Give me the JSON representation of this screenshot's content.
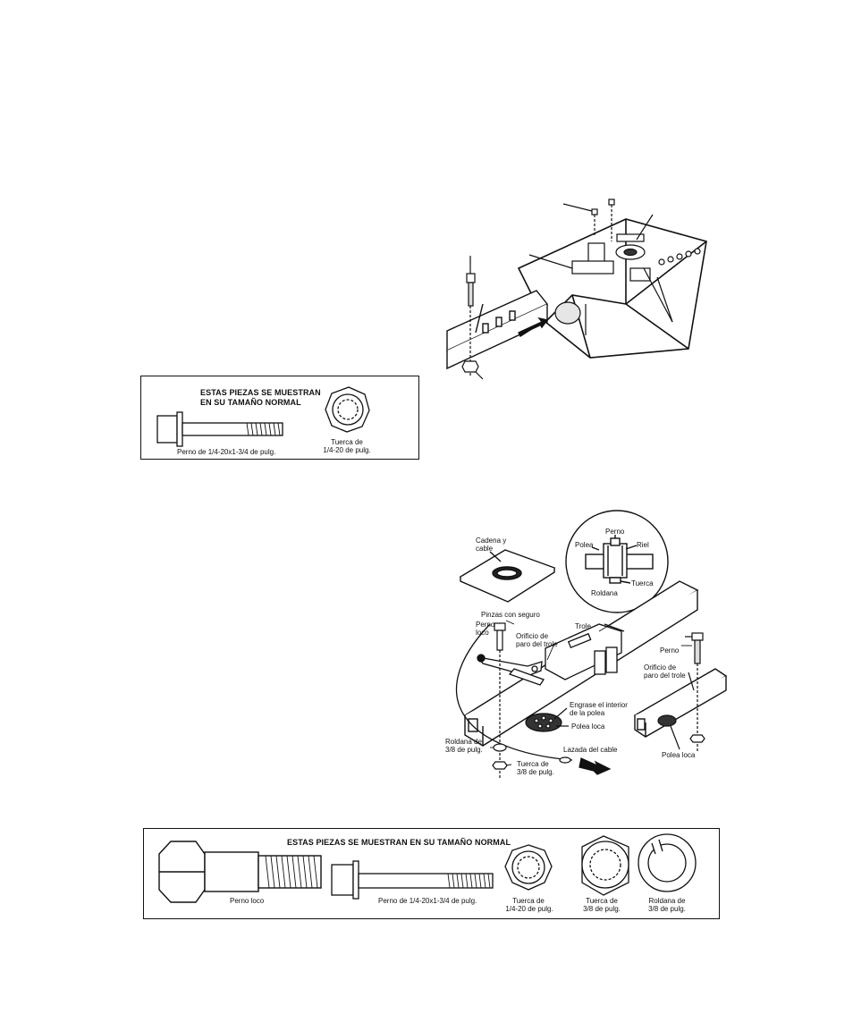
{
  "small_parts_box": {
    "header_line1": "ESTAS PIEZAS SE MUESTRAN",
    "header_line2": "EN SU TAMAÑO NORMAL",
    "bolt_label": "Perno de 1/4-20x1-3/4 de pulg.",
    "nut_label_line1": "Tuerca de",
    "nut_label_line2": "1/4-20 de pulg."
  },
  "trolley_diagram": {
    "chain_cable": "Cadena y cable",
    "chain_cable_line1": "Cadena y",
    "chain_cable_line2": "cable",
    "inset": {
      "perno": "Perno",
      "polea": "Polea",
      "riel": "Riel",
      "tuerca": "Tuerca",
      "roldana": "Roldana"
    },
    "locking_pliers": "Pinzas con seguro",
    "idler_bolt_line1": "Perno",
    "idler_bolt_line2": "loco",
    "trolley": "Trole",
    "stop_hole_line1": "Orificio de",
    "stop_hole_line2": "paro del trole",
    "bolt_right": "Perno",
    "stop_hole_right_line1": "Orificio de",
    "stop_hole_right_line2": "paro del trole",
    "grease_line1": "Engrase el interior",
    "grease_line2": "de la polea",
    "idler_pulley": "Polea loca",
    "washer_line1": "Roldana de",
    "washer_line2": "3/8 de pulg.",
    "nut_line1": "Tuerca de",
    "nut_line2": "3/8 de pulg.",
    "cable_loop": "Lazada del cable",
    "idler_pulley_right": "Polea loca"
  },
  "large_parts_box": {
    "header": "ESTAS PIEZAS SE MUESTRAN EN SU TAMAÑO NORMAL",
    "idler_bolt": "Perno loco",
    "bolt_label": "Perno de 1/4-20x1-3/4 de pulg.",
    "nut14_line1": "Tuerca de",
    "nut14_line2": "1/4-20 de pulg.",
    "nut38_line1": "Tuerca de",
    "nut38_line2": "3/8 de pulg.",
    "washer_line1": "Roldana de",
    "washer_line2": "3/8 de pulg."
  }
}
